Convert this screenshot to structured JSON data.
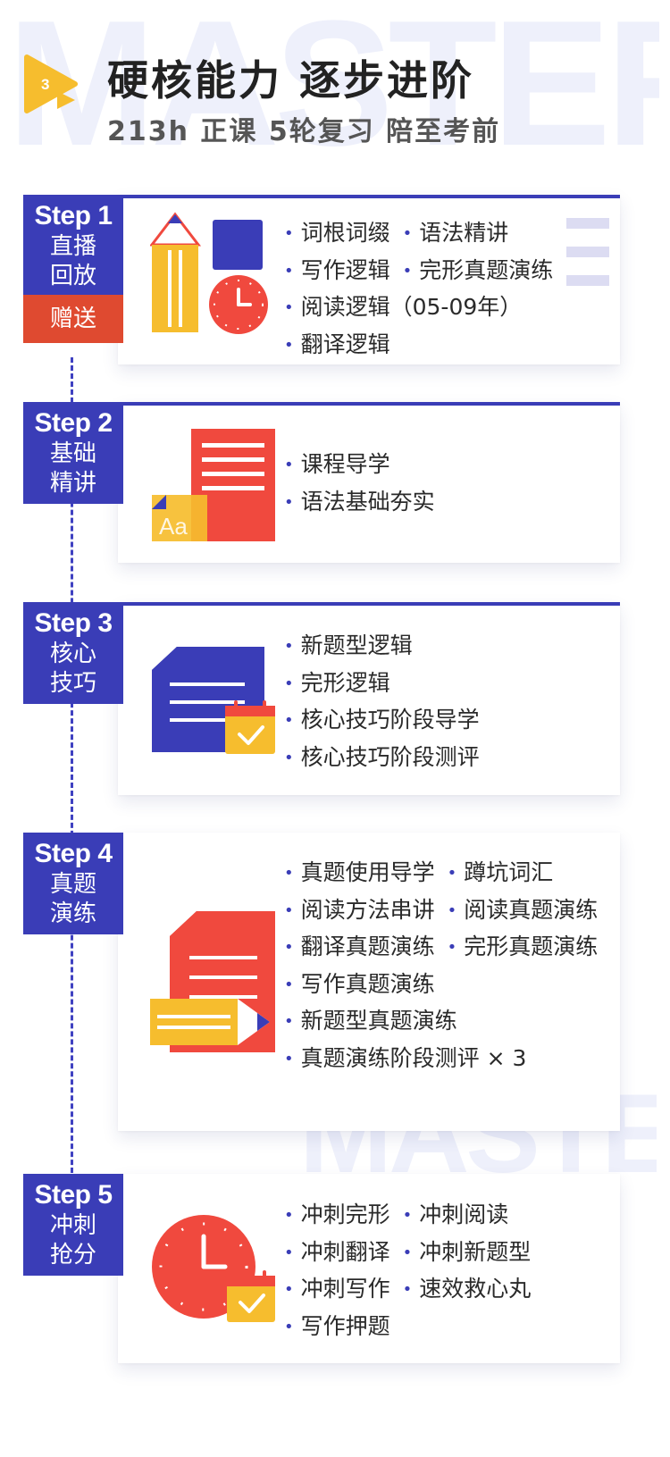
{
  "watermark": "MASTER",
  "header": {
    "badge": "3",
    "title": "硬核能力 逐步进阶",
    "subtitle": "213h 正课 5轮复习 陪至考前"
  },
  "steps": [
    {
      "step": "Step 1",
      "label_line1": "直播",
      "label_line2": "回放",
      "tag": "赠送",
      "items": [
        [
          "词根词缀",
          "语法精讲"
        ],
        [
          "写作逻辑",
          "完形真题演练"
        ],
        [
          "阅读逻辑（05-09年）"
        ],
        [
          "翻译逻辑"
        ]
      ]
    },
    {
      "step": "Step 2",
      "label_line1": "基础",
      "label_line2": "精讲",
      "illus_text": "Aa",
      "items": [
        [
          "课程导学"
        ],
        [
          "语法基础夯实"
        ]
      ]
    },
    {
      "step": "Step 3",
      "label_line1": "核心",
      "label_line2": "技巧",
      "items": [
        [
          "新题型逻辑"
        ],
        [
          "完形逻辑"
        ],
        [
          "核心技巧阶段导学"
        ],
        [
          "核心技巧阶段测评"
        ]
      ]
    },
    {
      "step": "Step 4",
      "label_line1": "真题",
      "label_line2": "演练",
      "items": [
        [
          "真题使用导学",
          "蹲坑词汇"
        ],
        [
          "阅读方法串讲",
          "阅读真题演练"
        ],
        [
          "翻译真题演练",
          "完形真题演练"
        ],
        [
          "写作真题演练"
        ],
        [
          "新题型真题演练"
        ],
        [
          "真题演练阶段测评 × 3"
        ]
      ]
    },
    {
      "step": "Step 5",
      "label_line1": "冲刺",
      "label_line2": "抢分",
      "items": [
        [
          "冲刺完形",
          "冲刺阅读"
        ],
        [
          "冲刺翻译",
          "冲刺新题型"
        ],
        [
          "冲刺写作",
          "速效救心丸"
        ],
        [
          "写作押题"
        ]
      ]
    }
  ],
  "colors": {
    "primary": "#3a3db7",
    "accent_red": "#f0493e",
    "accent_yellow": "#f6bd2e",
    "gift_red": "#df4a30"
  }
}
